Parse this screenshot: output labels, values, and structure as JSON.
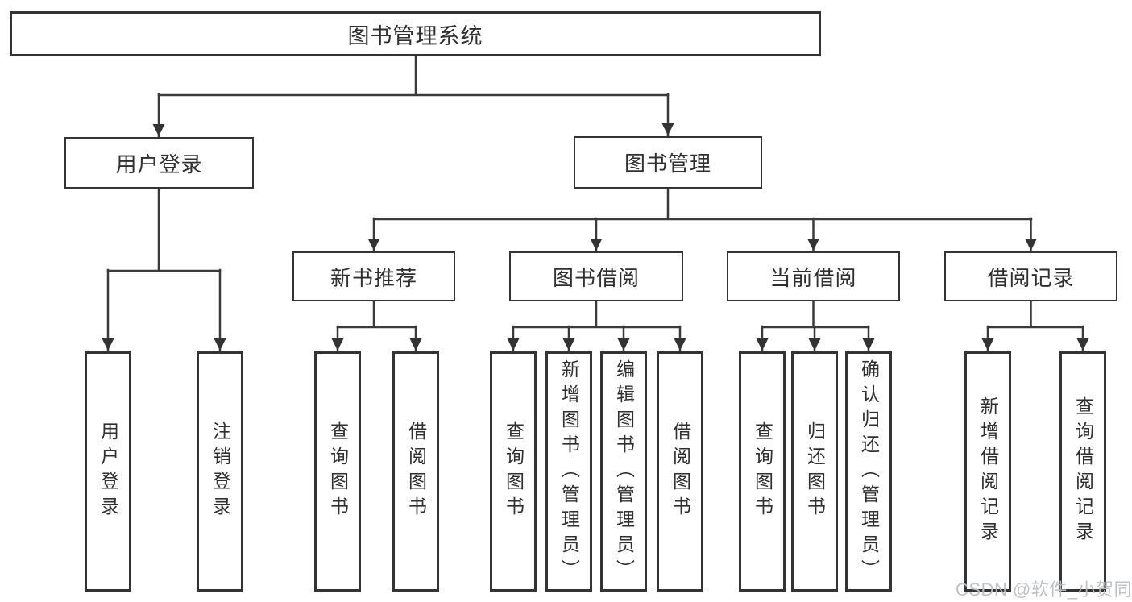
{
  "tree": {
    "root": {
      "label": "图书管理系统",
      "children": [
        {
          "label": "用户登录",
          "children": [
            {
              "label": "用户登录"
            },
            {
              "label": "注销登录"
            }
          ]
        },
        {
          "label": "图书管理",
          "children": [
            {
              "label": "新书推荐",
              "children": [
                {
                  "label": "查询图书"
                },
                {
                  "label": "借阅图书"
                }
              ]
            },
            {
              "label": "图书借阅",
              "children": [
                {
                  "label": "查询图书"
                },
                {
                  "label": "新增图书（管理员）"
                },
                {
                  "label": "编辑图书（管理员）"
                },
                {
                  "label": "借阅图书"
                }
              ]
            },
            {
              "label": "当前借阅",
              "children": [
                {
                  "label": "查询图书"
                },
                {
                  "label": "归还图书"
                },
                {
                  "label": "确认归还（管理员）"
                }
              ]
            },
            {
              "label": "借阅记录",
              "children": [
                {
                  "label": "新增借阅记录"
                },
                {
                  "label": "查询借阅记录"
                }
              ]
            }
          ]
        }
      ]
    }
  },
  "watermark": {
    "text": "CSDN @软件_小贺同学"
  },
  "colors": {
    "line": "#3a3a3a",
    "box_border": "#333333",
    "box_fill": "#ffffff",
    "text": "#2f2f2f",
    "watermark": "#bbbfc5",
    "background": "#ffffff"
  }
}
